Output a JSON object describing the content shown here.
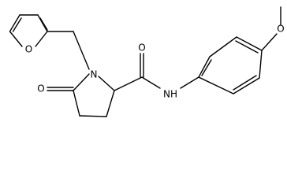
{
  "atoms": {
    "furan_o": "O",
    "ring_n": "N",
    "ketone_o": "O",
    "amide_o": "O",
    "amide_nh": "NH",
    "ether_o": "O"
  }
}
